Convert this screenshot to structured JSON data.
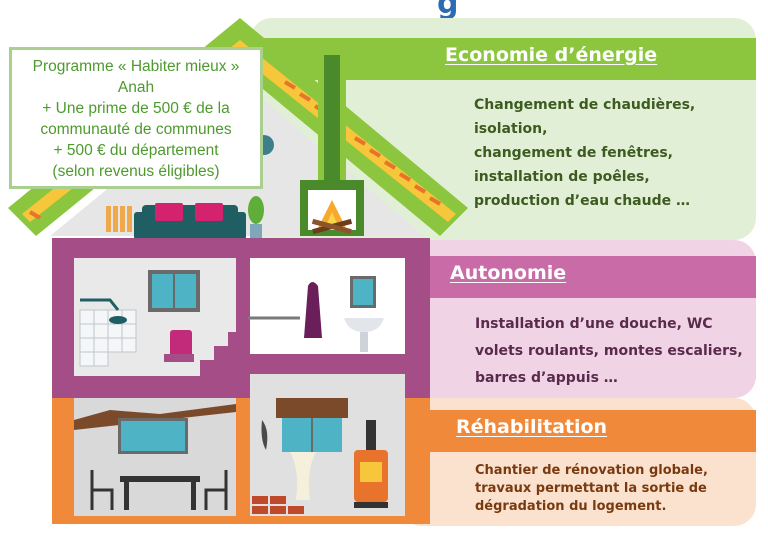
{
  "header": {
    "partial_title": "g"
  },
  "callout": {
    "lines": [
      "Programme « Habiter mieux »",
      "Anah",
      "+ Une prime de 500 € de la",
      "communauté de communes",
      "+ 500 € du département",
      "(selon revenus éligibles)"
    ]
  },
  "sections": [
    {
      "title": "Economie d’énergie",
      "color": "#8cc63e",
      "items": [
        "Changement de chaudières,",
        "isolation,",
        "changement de fenêtres,",
        "installation de poêles,",
        "production d’eau chaude …"
      ]
    },
    {
      "title": "Autonomie",
      "color": "#c86ba6",
      "items": [
        "Installation d’une douche, WC",
        "volets roulants, montes escaliers,",
        "barres d’appuis …"
      ]
    },
    {
      "title": "Réhabilitation",
      "color": "#f0893a",
      "items": [
        "Chantier de rénovation globale,",
        "travaux permettant la sortie de",
        "dégradation du logement."
      ]
    }
  ]
}
